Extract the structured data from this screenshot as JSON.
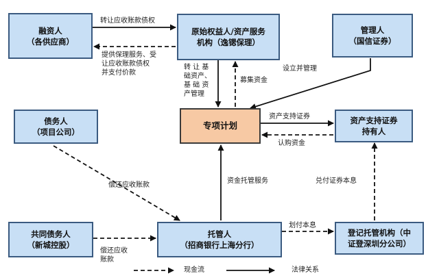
{
  "nodes": {
    "financier": [
      "融资人",
      "（各供应商）"
    ],
    "originator": [
      "原始权益人/资产服务",
      "机构（逸锶保理）"
    ],
    "manager": [
      "管理人",
      "（国信证券）"
    ],
    "debtor": [
      "债务人",
      "（项目公司）"
    ],
    "spv": [
      "专项计划"
    ],
    "holder": [
      "资产支持证券",
      "持有人"
    ],
    "co_debtor": [
      "共同债务人",
      "（新城控股）"
    ],
    "custodian": [
      "托管人",
      "（招商银行上海分行）"
    ],
    "registrar": [
      "登记托管机构（中",
      "证登深圳分公司）"
    ]
  },
  "edges": {
    "transfer_receivables": "转让应收账款债权",
    "factoring_service": [
      "提供保理服务、受",
      "让应收账款债权",
      "并支付价款"
    ],
    "transfer_assets": [
      "转 让 基",
      "础资产、",
      "基 础 资",
      "产管理"
    ],
    "raise_funds": "募集资金",
    "establish_manage": "设立并管理",
    "abs_issue": "资产支持证券",
    "subscribe": "认购资金",
    "repay_receivables": "偿还应收账款",
    "custody_service": "资金托管服务",
    "redeem": "兑付证券本息",
    "transfer_principal": "划付本息",
    "co_repay": [
      "偿还应收",
      "账款"
    ]
  },
  "legend": {
    "cash_flow": "现金流",
    "legal_relation": "法律关系"
  }
}
